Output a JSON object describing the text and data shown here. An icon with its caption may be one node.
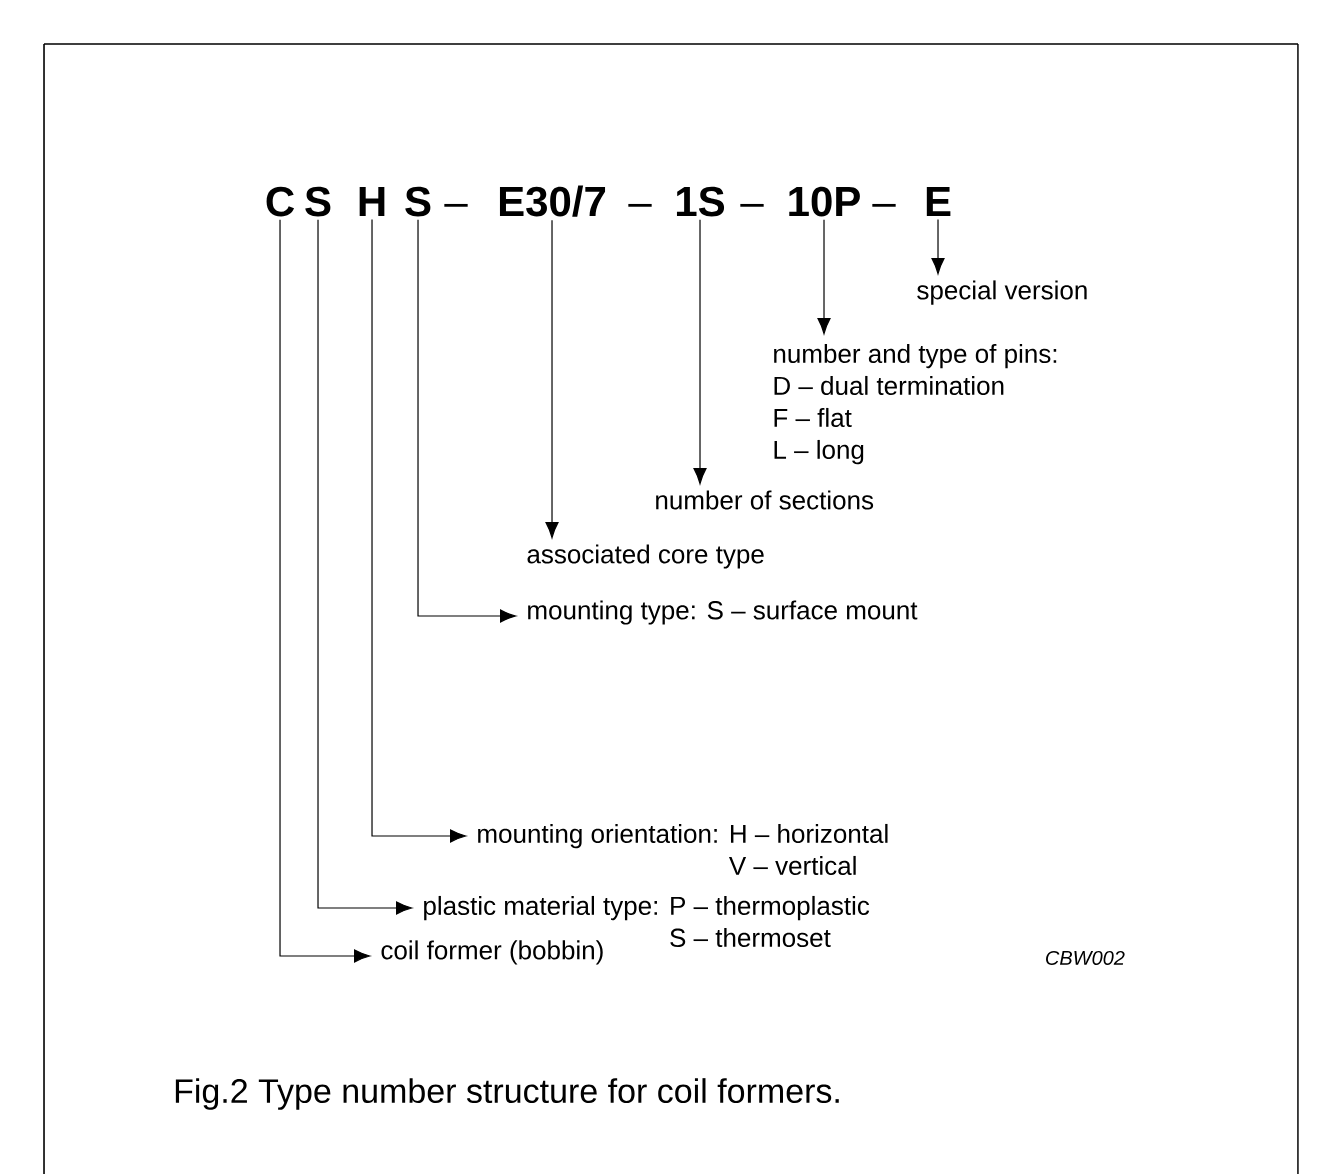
{
  "diagram": {
    "caption": "Fig.2 Type number structure for coil formers.",
    "nodes": [
      {
        "text": [
          "C"
        ]
      },
      {
        "text": [
          "S"
        ]
      },
      {
        "text": [
          "H"
        ]
      },
      {
        "text": [
          "S"
        ]
      },
      {
        "text": [
          "E30/7"
        ]
      },
      {
        "text": [
          "1S"
        ]
      },
      {
        "text": [
          "10P"
        ]
      },
      {
        "text": [
          "E"
        ]
      },
      {
        "text": [
          "special version"
        ]
      },
      {
        "text": [
          "number and type of pins:",
          "D – dual termination",
          "F – flat",
          "L – long"
        ]
      },
      {
        "text": [
          "number of sections"
        ]
      },
      {
        "text": [
          "associated core type"
        ]
      },
      {
        "text": [
          "mounting type: S – surface mount"
        ]
      },
      {
        "text": [
          "mounting orientation:",
          "H – horizontal",
          "V – vertical"
        ]
      },
      {
        "text": [
          "plastic material type:",
          "P – thermoplastic",
          "S – thermoset"
        ]
      },
      {
        "text": [
          "coil former (bobbin)"
        ]
      }
    ],
    "edges": [
      {
        "from": 7,
        "to": 8,
        "arrow": "to"
      },
      {
        "from": 6,
        "to": 9,
        "arrow": "to"
      },
      {
        "from": 5,
        "to": 10,
        "arrow": "to"
      },
      {
        "from": 4,
        "to": 11,
        "arrow": "to"
      },
      {
        "from": 3,
        "to": 12,
        "arrow": "to"
      },
      {
        "from": 2,
        "to": 13,
        "arrow": "to"
      },
      {
        "from": 1,
        "to": 14,
        "arrow": "to"
      },
      {
        "from": 0,
        "to": 15,
        "arrow": "to"
      }
    ],
    "labels": [
      "–",
      "–",
      "–",
      "–",
      "CBW002"
    ]
  }
}
